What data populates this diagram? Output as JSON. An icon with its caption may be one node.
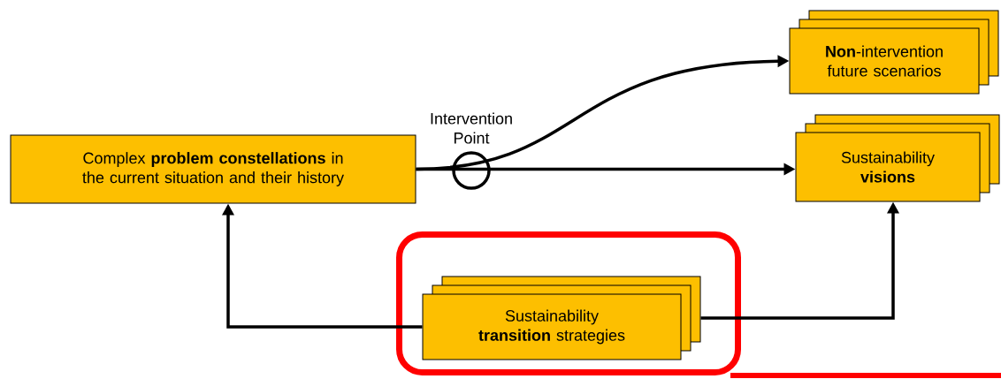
{
  "diagram": {
    "nodes": [
      {
        "text": [
          "Complex **problem constellations** in the current situation and their history"
        ]
      },
      {
        "text": [
          "**Non**-intervention future scenarios"
        ]
      },
      {
        "text": [
          "Sustainability **visions**"
        ]
      },
      {
        "text": [],
        "shape": "box"
      },
      {
        "text": [
          "Sustainability **transition** strategies"
        ],
        "in": 3
      }
    ],
    "edges": [
      {
        "from": 0,
        "to": 1,
        "arrow": "to"
      },
      {
        "from": 0,
        "to": 2,
        "arrow": "to"
      },
      {
        "from": 4,
        "to": 0,
        "arrow": "to"
      },
      {
        "from": 4,
        "to": 2,
        "arrow": "to"
      }
    ],
    "labels": [
      "Intervention Point"
    ]
  }
}
